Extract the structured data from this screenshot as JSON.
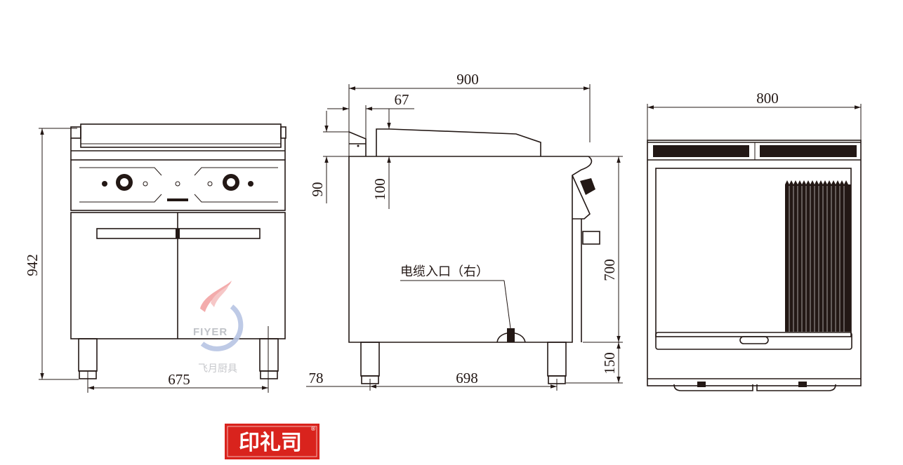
{
  "front_view": {
    "height_label": "942",
    "leg_span_label": "675"
  },
  "side_view": {
    "depth_label": "900",
    "splash_offset_label": "67",
    "splash_height_label": "90",
    "griddle_height_label": "100",
    "body_height_label": "700",
    "leg_height_label": "150",
    "rear_leg_offset_label": "78",
    "leg_span_label": "698",
    "cable_entry_label": "电缆入口（右）"
  },
  "top_view": {
    "width_label": "800"
  },
  "watermark": {
    "brand_en": "FIYER",
    "brand_cn": "飞月厨具"
  },
  "seal": {
    "text": "印礼司",
    "mark": "®"
  },
  "colors": {
    "line": "#231815",
    "seal_red": "#d9231d"
  }
}
